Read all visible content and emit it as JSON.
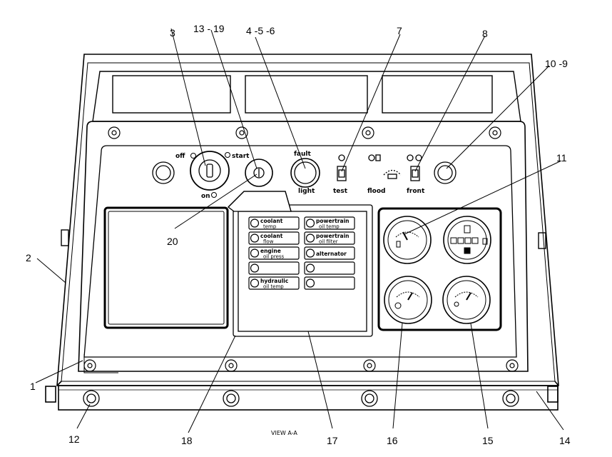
{
  "callouts": {
    "c1": "1",
    "c2": "2",
    "c3": "3",
    "c4": "4 -5 -6",
    "c7": "7",
    "c8": "8",
    "c10": "10 -9",
    "c11": "11",
    "c12": "12",
    "c13": "13 - 19",
    "c14": "14",
    "c15": "15",
    "c16": "16",
    "c17": "17",
    "c18": "18",
    "c20": "20"
  },
  "switch_labels": {
    "off": "off",
    "start": "start",
    "on": "on",
    "fault": "fault",
    "light": "light",
    "test": "test",
    "flood": "flood",
    "front": "front"
  },
  "indicators": {
    "left": [
      {
        "line1": "coolant",
        "line2": "temp"
      },
      {
        "line1": "coolant",
        "line2": "flow"
      },
      {
        "line1": "engine",
        "line2": "oil press"
      },
      {
        "line1": "",
        "line2": ""
      },
      {
        "line1": "hydraulic",
        "line2": "oil temp"
      }
    ],
    "right": [
      {
        "line1": "powertrain",
        "line2": "oil temp"
      },
      {
        "line1": "powertrain",
        "line2": "oil filter"
      },
      {
        "line1": "alternator",
        "line2": ""
      },
      {
        "line1": "",
        "line2": ""
      },
      {
        "line1": "",
        "line2": ""
      }
    ]
  },
  "view_label": "VIEW  A-A"
}
